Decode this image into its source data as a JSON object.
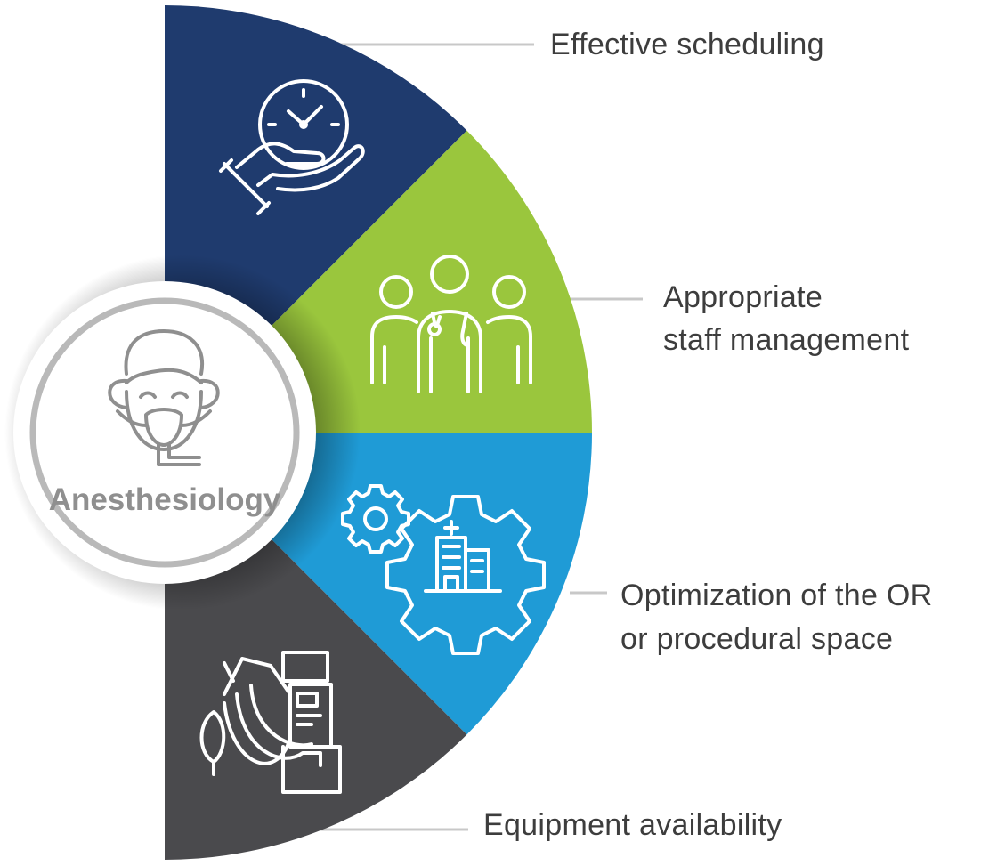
{
  "center": {
    "label": "Anesthesiology",
    "icon": "patient-oxygen-mask-icon"
  },
  "segments": [
    {
      "id": "scheduling",
      "color": "#1f3b6e",
      "icon": "hand-clock-icon",
      "lines": [
        "Effective scheduling"
      ]
    },
    {
      "id": "staff",
      "color": "#9ac63d",
      "icon": "medical-staff-icon",
      "lines": [
        "Appropriate",
        "staff management"
      ]
    },
    {
      "id": "or-space",
      "color": "#1f9bd6",
      "icon": "hospital-gear-icon",
      "lines": [
        "Optimization of the OR",
        "or procedural space"
      ]
    },
    {
      "id": "equipment",
      "color": "#4a4a4d",
      "icon": "anesthesia-machine-icon",
      "lines": [
        "Equipment availability"
      ]
    }
  ],
  "colors": {
    "connector": "#c8c8c8",
    "center_ring": "#b9b9b9",
    "text": "#3d3d3d"
  }
}
